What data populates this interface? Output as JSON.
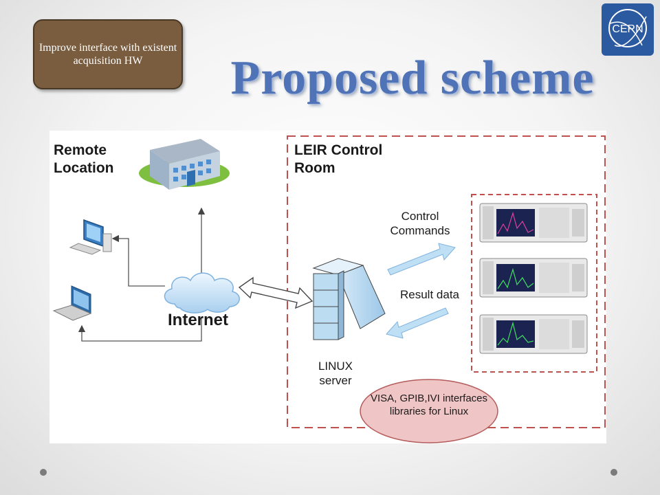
{
  "callout": {
    "text": "Improve interface with existent acquisition HW"
  },
  "slide": {
    "title": "Proposed scheme"
  },
  "logo": {
    "text": "CERN",
    "color": "#2c5aa0"
  },
  "diagram": {
    "remote_title": "Remote Location",
    "room_title": "LEIR Control Room",
    "internet": "Internet",
    "server": "LINUX server",
    "control_commands": "Control Commands",
    "result_data": "Result data",
    "libraries": "VISA, GPIB,IVI interfaces libraries for Linux",
    "instrument_count": 3
  },
  "colors": {
    "title": "#4f73b6",
    "callout_fill": "#7a5c3f",
    "dashed_border": "#c0504d",
    "library_ellipse": "#efc5c5",
    "arrow_fill": "#bfdff5"
  }
}
